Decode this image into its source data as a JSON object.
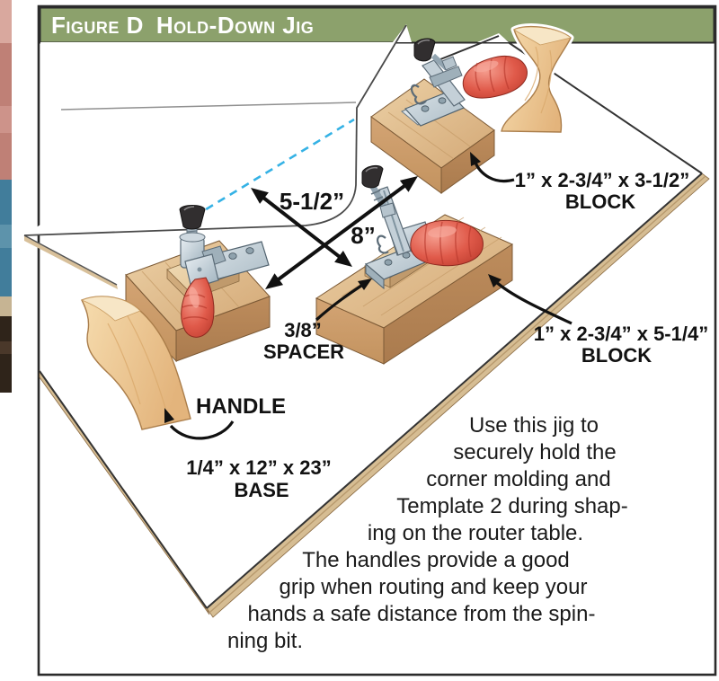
{
  "figure": {
    "label": "Figure D",
    "title": "Hold-Down Jig"
  },
  "dimensions": {
    "template_to_clamp": "5-1/2”",
    "between_clamps": "8”"
  },
  "parts": {
    "small_block": {
      "size": "1” x 2-3/4” x 3-1/2”",
      "name": "BLOCK"
    },
    "large_block": {
      "size": "1” x 2-3/4” x 5-1/4”",
      "name": "BLOCK"
    },
    "spacer": {
      "size": "3/8”",
      "name": "SPACER"
    },
    "handle": {
      "name": "HANDLE"
    },
    "base": {
      "size": "1/4” x 12” x 23”",
      "name": "BASE"
    }
  },
  "caption": {
    "lines": [
      "Use this jig to",
      "securely hold the",
      "corner molding and",
      "Template 2 during shap-",
      "ing on the router table.",
      "The handles provide a good",
      "grip when routing and keep your",
      "hands a safe distance from the spin-",
      "ning bit."
    ]
  },
  "colors": {
    "header_green": "#8CA16C",
    "frame_border": "#2b2b2b",
    "wood_block": "#dfb98c",
    "plywood_edge": "#d6bd93",
    "clamp_grip_red": "#da5245",
    "clamp_metal": "#b7c3cb",
    "guide_line_blue": "#35b2e5",
    "text": "#1b1b1b"
  }
}
